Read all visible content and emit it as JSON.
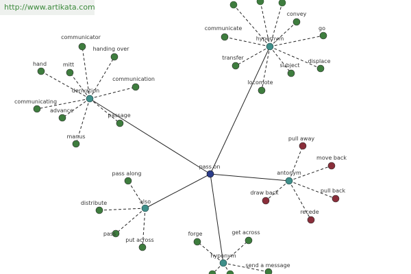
{
  "watermark": "http://www.artikata.com",
  "colors": {
    "root": "#2b3d8a",
    "hub": "#3f8f8a",
    "leaf_green": "#3e7d3e",
    "leaf_red": "#8a2e3a"
  },
  "root": {
    "label": "pass on"
  },
  "hubs": [
    {
      "id": "derivation",
      "label": "derivation"
    },
    {
      "id": "hypernym-top",
      "label": "hypernym"
    },
    {
      "id": "antonym",
      "label": "antonym"
    },
    {
      "id": "also",
      "label": "also"
    },
    {
      "id": "hyponym",
      "label": "hyponym"
    }
  ],
  "leaves": {
    "derivation": [
      "communicator",
      "handing over",
      "hand",
      "mitt",
      "communication",
      "communicating",
      "advance",
      "passage",
      "manus"
    ],
    "hypernym-top": [
      "convey",
      "go",
      "communicate",
      "transfer",
      "subject",
      "displace",
      "locomote"
    ],
    "antonym": [
      "pull away",
      "move back",
      "draw back",
      "pull back",
      "recede"
    ],
    "also": [
      "pass along",
      "distribute",
      "pass",
      "put across"
    ],
    "hyponym": [
      "forge",
      "get across",
      "send a message"
    ]
  }
}
